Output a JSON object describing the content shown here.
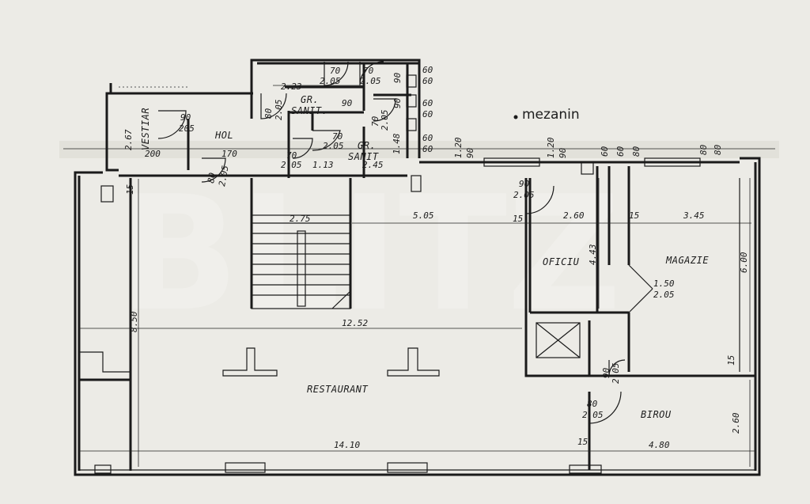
{
  "watermark": "BLITZ",
  "plan_title": "mezanin",
  "rooms": {
    "vestiar": "VESTIAR",
    "hol": "HOL",
    "gr_sanit_1_a": "GR.",
    "gr_sanit_1_b": "SANIT.",
    "gr_sanit_2_a": "GR.",
    "gr_sanit_2_b": "SANIT",
    "oficiu": "OFICIU",
    "magazie": "MAGAZIE",
    "restaurant": "RESTAURANT",
    "birou": "BIROU"
  },
  "dimensions": {
    "d_267": "2.67",
    "d_200": "200",
    "d_170": "170",
    "d_90_205_a": "90",
    "d_205_a": "205",
    "d_80_205_a": "80",
    "d_205_b": "2.05",
    "d_223": "2.23",
    "d_90_a": "90",
    "d_70_a": "70",
    "d_205_c": "2.05",
    "d_70_b": "70",
    "d_205_d": "2.05",
    "d_90_b": "90",
    "d_90_c": "90",
    "d_60_a": "60",
    "d_60_b": "60",
    "d_60_c": "60",
    "d_60_d": "60",
    "d_60_e": "60",
    "d_60_f": "60",
    "d_70_c": "70",
    "d_205_e": "2.05",
    "d_70_d": "70",
    "d_205_f": "2.05",
    "d_70_e": "70",
    "d_205_g": "2.05",
    "d_113": "1.13",
    "d_245": "2.45",
    "d_148": "1.48",
    "d_120_a": "1.20",
    "d_90_d": "90",
    "d_120_b": "1.20",
    "d_90_e": "90",
    "d_60_g": "60",
    "d_60_h": "60",
    "d_80_a": "80",
    "d_80_b": "80",
    "d_80_c": "80",
    "d_90_f": "90",
    "d_205_h": "2.05",
    "d_15_a": "15",
    "d_15_b": "15",
    "d_15_c": "15",
    "d_15_d": "15",
    "d_15_e": "15",
    "d_275": "2.75",
    "d_505": "5.05",
    "d_260_a": "2.60",
    "d_345": "3.45",
    "d_443": "4.43",
    "d_600": "6.00",
    "d_150": "1.50",
    "d_205_i": "2.05",
    "d_850": "8.50",
    "d_1252": "12.52",
    "d_90_g": "90",
    "d_205_j": "2.05",
    "d_80_d": "80",
    "d_205_k": "2.05",
    "d_260_b": "2.60",
    "d_1410": "14.10",
    "d_480": "4.80",
    "d_80_205_stair_a": "80",
    "d_205_stair": "2.05"
  }
}
